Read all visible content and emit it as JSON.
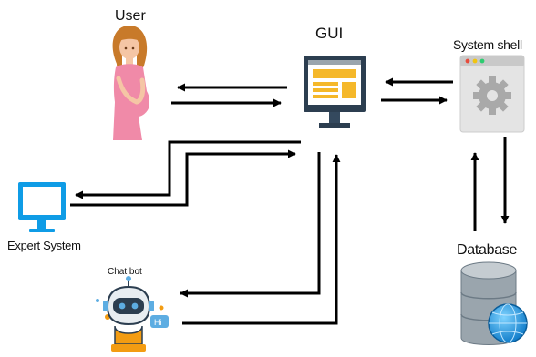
{
  "nodes": {
    "user": {
      "label": "User",
      "icon": "pregnant-woman-icon"
    },
    "gui": {
      "label": "GUI",
      "icon": "computer-monitor-icon"
    },
    "system_shell": {
      "label": "System shell",
      "icon": "gear-window-icon"
    },
    "expert_system": {
      "label": "Expert System",
      "icon": "monitor-icon"
    },
    "chat_bot": {
      "label": "Chat bot",
      "icon": "robot-icon"
    },
    "database": {
      "label": "Database",
      "icon": "database-globe-icon"
    }
  },
  "connections": [
    {
      "from": "gui",
      "to": "user"
    },
    {
      "from": "user",
      "to": "gui"
    },
    {
      "from": "system_shell",
      "to": "gui"
    },
    {
      "from": "gui",
      "to": "system_shell"
    },
    {
      "from": "gui",
      "to": "expert_system"
    },
    {
      "from": "expert_system",
      "to": "gui"
    },
    {
      "from": "gui",
      "to": "chat_bot"
    },
    {
      "from": "chat_bot",
      "to": "gui"
    },
    {
      "from": "database",
      "to": "system_shell"
    },
    {
      "from": "system_shell",
      "to": "database"
    }
  ],
  "colors": {
    "arrow": "#000000",
    "accent_blue": "#0f9ce6",
    "monitor_dark": "#2c3e50",
    "gui_panel": "#f5b82a",
    "skin": "#f5c6a5",
    "dress": "#f08aa8",
    "hair": "#c87a2a",
    "shell_gray": "#e4e4e4",
    "db_gray": "#9aa5ad"
  }
}
